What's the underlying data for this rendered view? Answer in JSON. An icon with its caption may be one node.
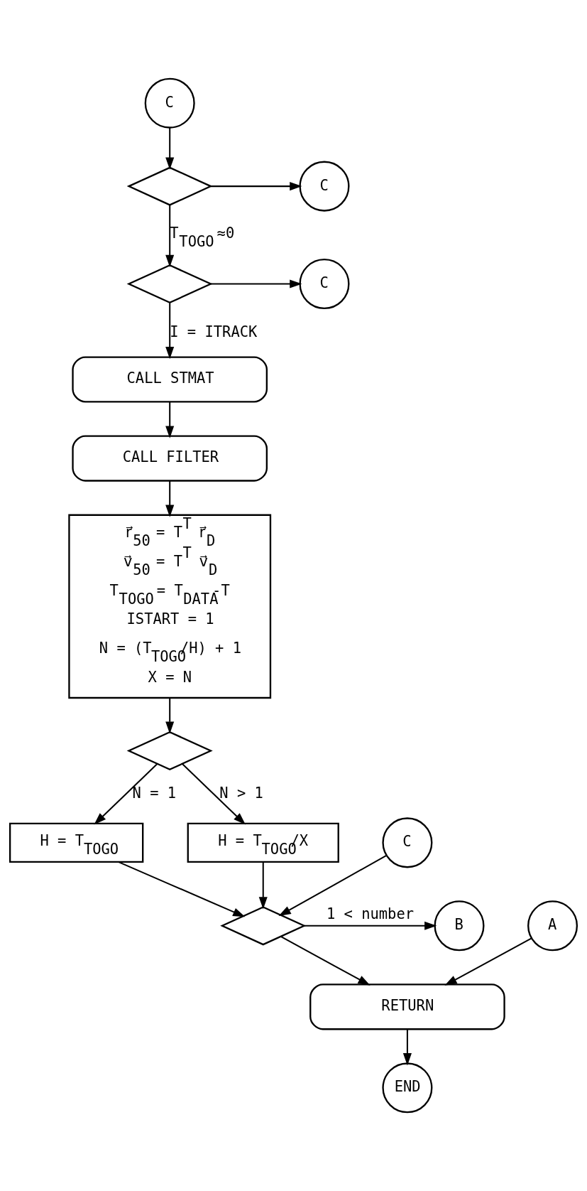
{
  "diagram": {
    "nodes": [
      {
        "text": [
          "C"
        ]
      },
      {
        "text": [],
        "shape": "diamond"
      },
      {
        "text": [
          "C"
        ]
      },
      {
        "text": [],
        "shape": "diamond"
      },
      {
        "text": [
          "C"
        ]
      },
      {
        "text": [
          "CALL STMAT"
        ]
      },
      {
        "text": [
          "CALL FILTER"
        ]
      },
      {
        "text": [
          "r⃗$_{50}$ = T$^{T}$ r⃗$_{D}$",
          "v⃗$_{50}$ = T$^{T}$ v⃗$_{D}$",
          "T$_{TOGO}$ = T$_{DATA}$-T",
          "ISTART = 1",
          "N = (T$_{TOGO}$/H) + 1",
          "X = N"
        ]
      },
      {
        "text": [],
        "shape": "diamond"
      },
      {
        "text": [
          "H = T$_{TOGO}$"
        ]
      },
      {
        "text": [
          "H = T$_{TOGO}$/X"
        ]
      },
      {
        "text": [
          "C"
        ]
      },
      {
        "text": [],
        "shape": "diamond"
      },
      {
        "text": [
          "B"
        ]
      },
      {
        "text": [
          "A"
        ]
      },
      {
        "text": [
          "RETURN"
        ]
      },
      {
        "text": [
          "END"
        ]
      }
    ],
    "edges": [
      {
        "from": 0,
        "to": 1,
        "arrow": "to"
      },
      {
        "from": 1,
        "to": 2,
        "arrow": "to"
      },
      {
        "from": 1,
        "to": 3,
        "arrow": "to",
        "label": "T$_{TOGO}$ ≈0"
      },
      {
        "from": 3,
        "to": 4,
        "arrow": "to"
      },
      {
        "from": 3,
        "to": 5,
        "arrow": "to",
        "label": "I = ITRACK"
      },
      {
        "from": 5,
        "to": 6,
        "arrow": "to"
      },
      {
        "from": 6,
        "to": 7,
        "arrow": "to"
      },
      {
        "from": 7,
        "to": 8,
        "arrow": "to"
      },
      {
        "from": 8,
        "to": 9,
        "arrow": "to",
        "label": "N = 1"
      },
      {
        "from": 8,
        "to": 10,
        "arrow": "to",
        "label": "N > 1"
      },
      {
        "from": 9,
        "to": 12,
        "arrow": "to"
      },
      {
        "from": 10,
        "to": 12,
        "arrow": "to"
      },
      {
        "from": 11,
        "to": 12,
        "arrow": "to"
      },
      {
        "from": 12,
        "to": 13,
        "arrow": "to",
        "label": "1 < number"
      },
      {
        "from": 12,
        "to": 15,
        "arrow": "to"
      },
      {
        "from": 14,
        "to": 15,
        "arrow": "to"
      },
      {
        "from": 15,
        "to": 16,
        "arrow": "to"
      }
    ]
  }
}
